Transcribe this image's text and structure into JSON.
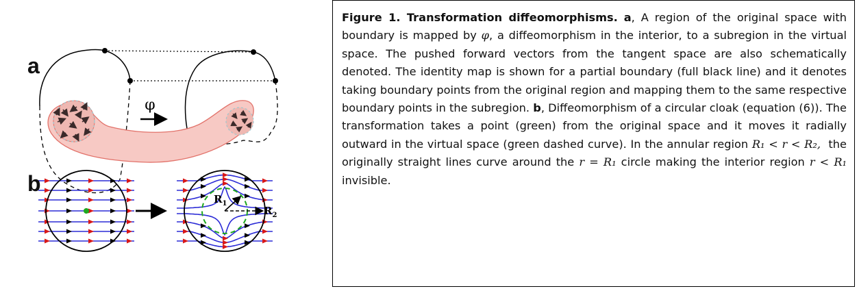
{
  "figure": {
    "panel_a_label": "a",
    "panel_b_label": "b",
    "map_symbol": "φ",
    "r1_label": "R",
    "r1_sub": "1",
    "r2_label": "R",
    "r2_sub": "2"
  },
  "caption": {
    "title": "Figure 1. Transformation diffeomorphisms.",
    "a_letter": "a",
    "part_a": ", A region of the original space with boundary is mapped by",
    "phi": "φ",
    "part_a2": ", a diffeomorphism in the interior, to a subregion in the virtual space. The pushed forward vectors from the tangent space are also schematically denoted. The identity map is shown for a partial boundary (full black line) and it denotes taking boundary points from the original region and mapping them to the same respective boundary points in the subregion.",
    "b_letter": "b",
    "part_b": ", Diffeomorphism of a circular cloak (equation (6)). The transformation takes a point (green) from the original space and it moves it radially outward in the virtual space (green dashed curve). In the annular region",
    "ineq1": "R₁ < r < R₂,",
    "part_b2": "the originally straight lines curve around the",
    "eq2": "r = R₁",
    "part_b3": "circle making the interior region",
    "ineq3": "r < R₁",
    "part_b4": "invisible."
  },
  "colors": {
    "region_fill": "#f7c9c4",
    "region_stroke": "#e2726a",
    "field_line": "#2b2bd6",
    "arrow_red": "#d81818",
    "green": "#1fa81f"
  }
}
